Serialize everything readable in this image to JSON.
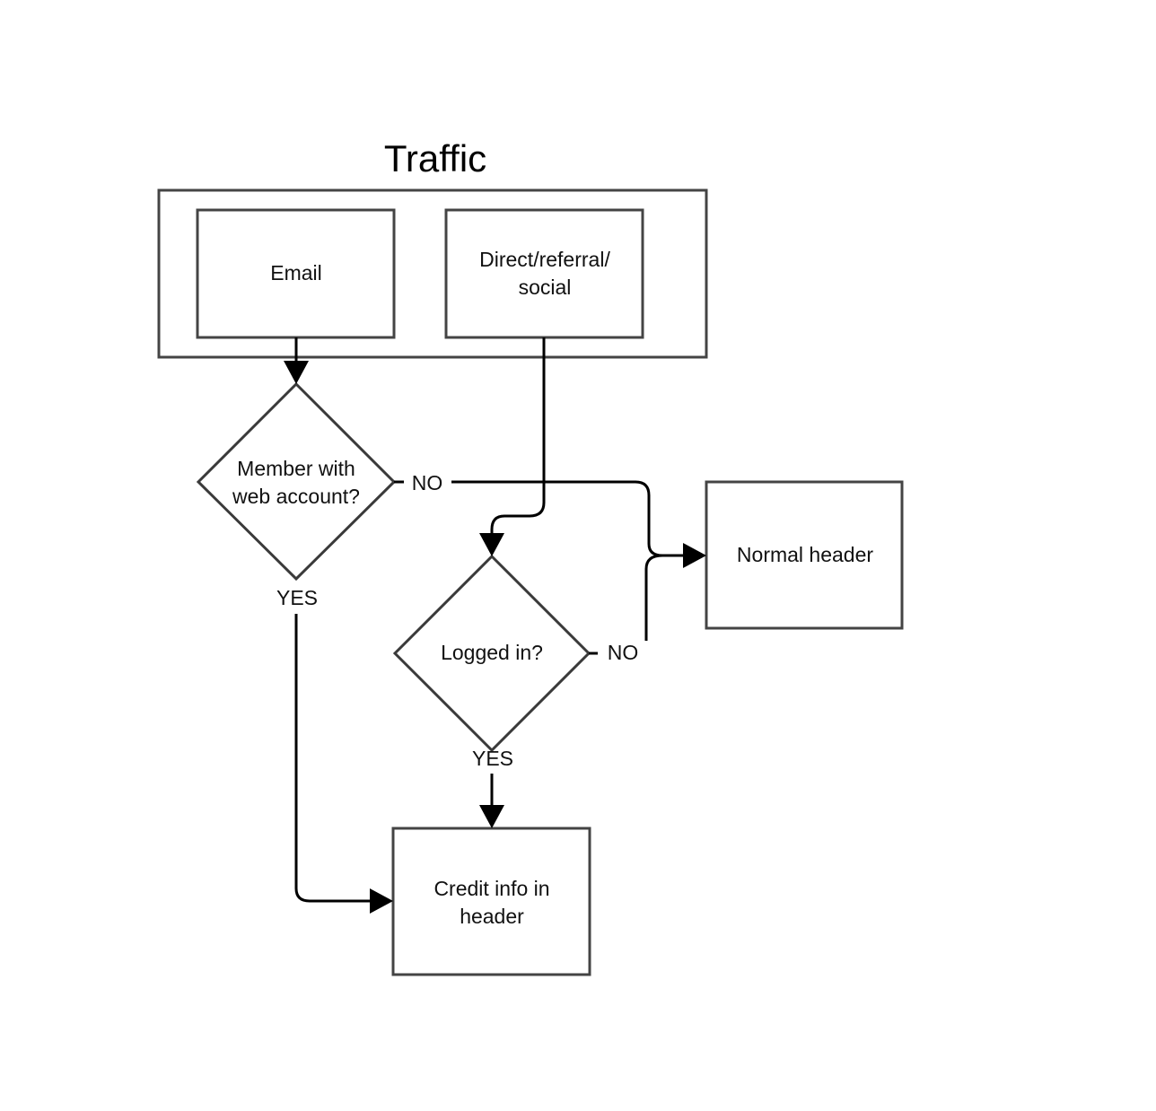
{
  "title": "Traffic",
  "nodes": {
    "email": {
      "label": "Email"
    },
    "direct": {
      "line1": "Direct/referral/",
      "line2": "social"
    },
    "member": {
      "line1": "Member with",
      "line2": "web account?"
    },
    "logged": {
      "label": "Logged in?"
    },
    "normal": {
      "label": "Normal header"
    },
    "credit": {
      "line1": "Credit info in",
      "line2": "header"
    }
  },
  "edge_labels": {
    "member_no": "NO",
    "member_yes": "YES",
    "logged_no": "NO",
    "logged_yes": "YES"
  },
  "colors": {
    "stroke": "#444444",
    "edge": "#000000",
    "background": "#ffffff"
  }
}
